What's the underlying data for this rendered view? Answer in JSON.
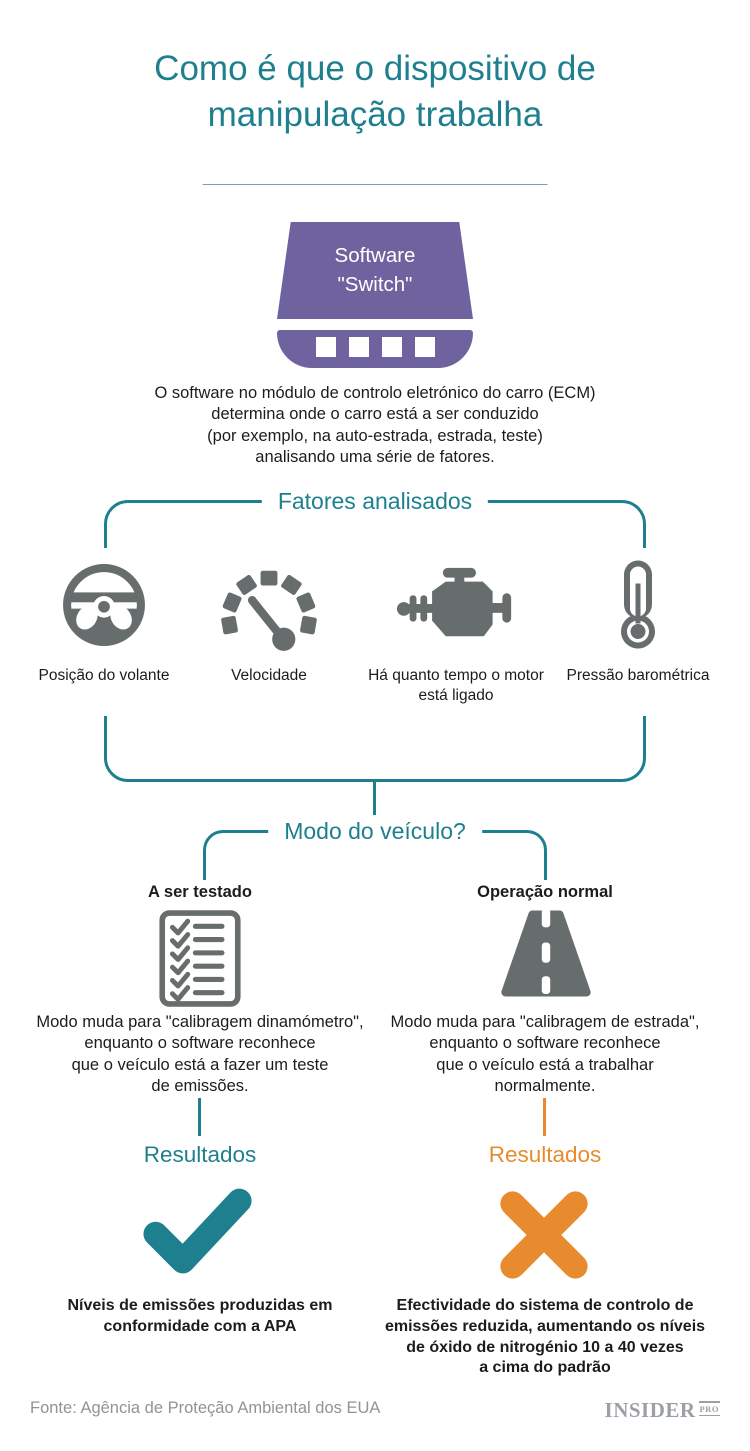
{
  "colors": {
    "teal": "#1e808e",
    "purple": "#6f639f",
    "orange": "#e88b2f",
    "icon_gray": "#676c6c",
    "text": "#1c1c1c",
    "muted_gray": "#8f949a"
  },
  "title": "Como é que o dispositivo de manipulação trabalha",
  "ecm": {
    "label_line1": "Software",
    "label_line2": "\"Switch\""
  },
  "intro_lines": [
    "O software no módulo de controlo eletrónico do carro (ECM)",
    "determina onde o carro está a ser conduzido",
    "(por exemplo, na auto-estrada, estrada, teste)",
    "analisando uma série de fatores."
  ],
  "factors": {
    "heading": "Fatores analisados",
    "items": [
      {
        "icon": "steering-wheel-icon",
        "label": "Posição do volante"
      },
      {
        "icon": "speedometer-icon",
        "label": "Velocidade"
      },
      {
        "icon": "engine-icon",
        "label": [
          "Há quanto tempo o motor",
          "está ligado"
        ]
      },
      {
        "icon": "thermometer-icon",
        "label": "Pressão barométrica"
      }
    ]
  },
  "mode": {
    "heading": "Modo do veículo?",
    "branches": [
      {
        "label": "A ser testado",
        "icon": "checklist-icon",
        "description_lines": [
          "Modo muda para \"calibragem dinamómetro\",",
          "enquanto o software reconhece",
          "que o veículo está a fazer um teste",
          "de emissões."
        ],
        "results_heading": "Resultados",
        "result_icon": "checkmark-icon",
        "outcome_lines": [
          "Níveis de emissões produzidas em",
          "conformidade com a APA"
        ]
      },
      {
        "label": "Operação normal",
        "icon": "road-icon",
        "description_lines": [
          "Modo muda para \"calibragem de estrada\",",
          "enquanto o software reconhece",
          "que o veículo está a trabalhar",
          "normalmente."
        ],
        "results_heading": "Resultados",
        "result_icon": "x-icon",
        "outcome_lines": [
          "Efectividade do sistema de controlo de",
          "emissões reduzida, aumentando os níveis",
          "de óxido de nitrogénio 10 a 40 vezes",
          "a cima do padrão"
        ]
      }
    ]
  },
  "footer": {
    "source": "Fonte: Agência de Proteção Ambiental dos EUA",
    "brand": "INSIDER",
    "brand_suffix": "PRO"
  }
}
